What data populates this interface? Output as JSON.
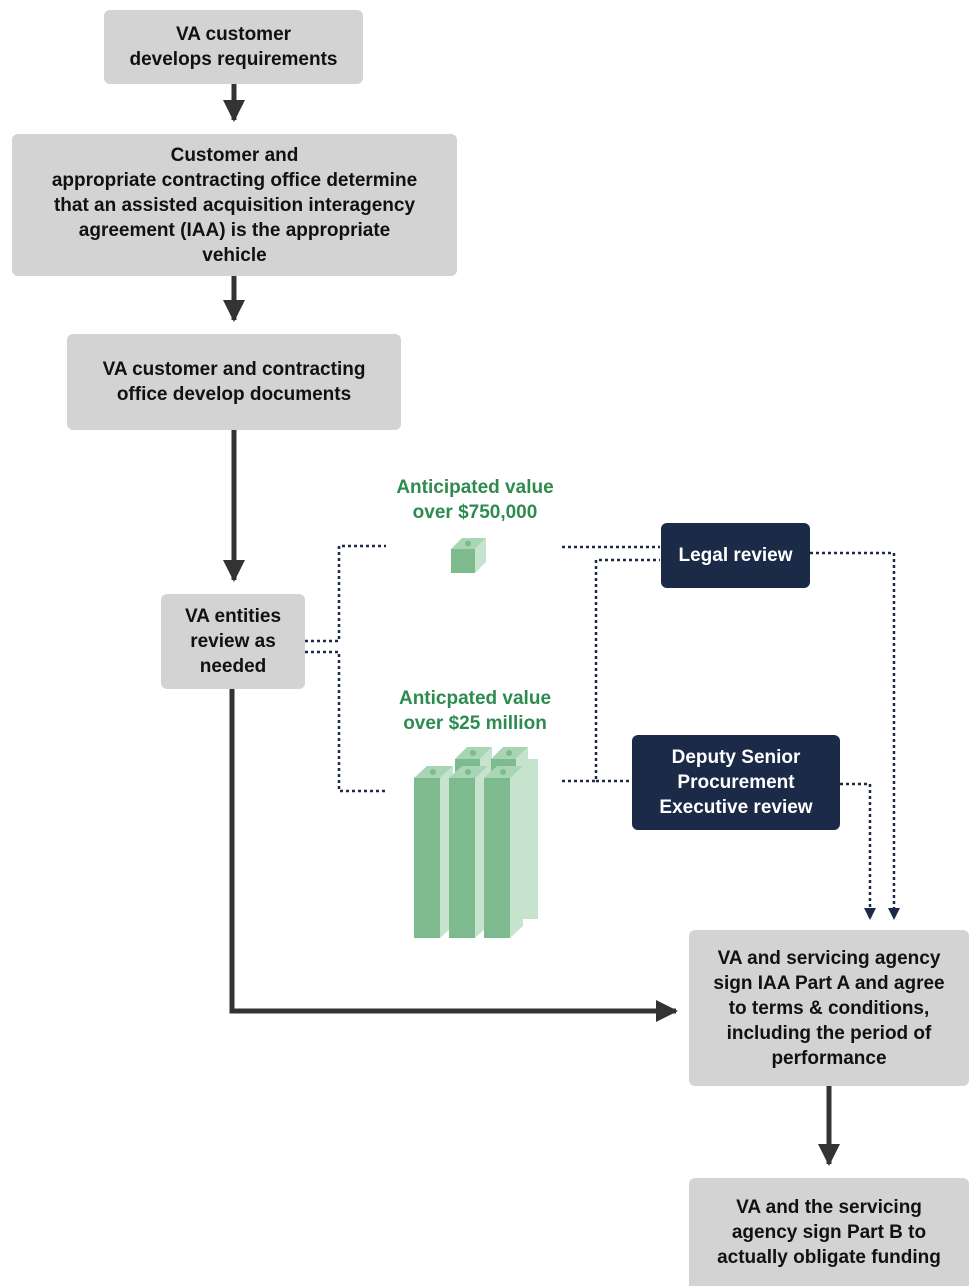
{
  "nodes": {
    "develop_requirements": "VA customer\ndevelops requirements",
    "determine_iaa": "Customer and\nappropriate contracting office determine\nthat an assisted acquisition interagency\nagreement (IAA) is the appropriate\nvehicle",
    "develop_documents": "VA customer and contracting\noffice develop documents",
    "entities_review": "VA entities\nreview as\nneeded",
    "legal_review": "Legal review",
    "dspe_review": "Deputy Senior\nProcurement\nExecutive review",
    "sign_part_a": "VA and servicing agency\nsign IAA Part A and agree\nto terms & conditions,\nincluding the period of\nperformance",
    "sign_part_b": "VA and the servicing\nagency sign Part B to\nactually obligate funding"
  },
  "thresholds": {
    "small": "Anticipated value\nover $750,000",
    "large": "Anticpated value\nover $25 million"
  },
  "colors": {
    "gray_box": "#d3d3d3",
    "navy_box": "#1b2a47",
    "green_text": "#2e8b4f",
    "money_green": "#7dbb8e",
    "arrow": "#333333",
    "dotted": "#1b2a47"
  },
  "icons": {
    "small": "money-stack-icon",
    "large": "money-stacks-icon"
  }
}
